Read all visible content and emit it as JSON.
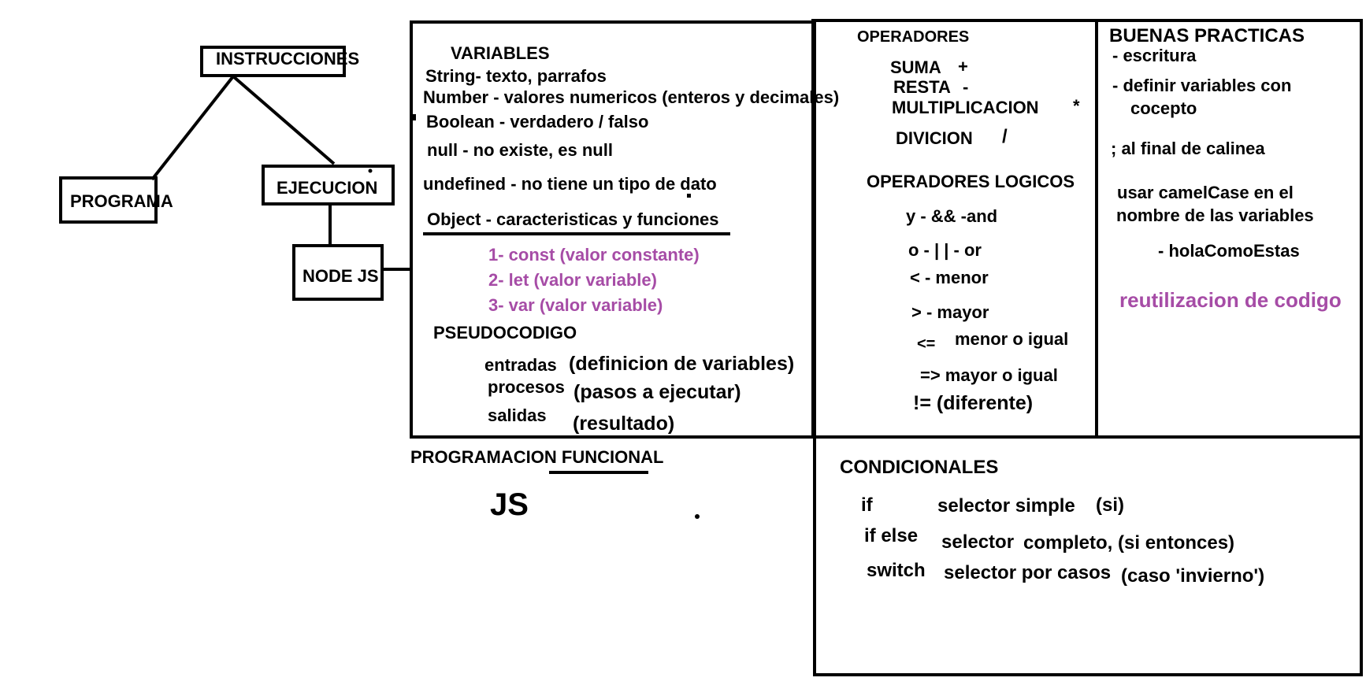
{
  "tree": {
    "root": "INSTRUCCIONES",
    "programa": "PROGRAMA",
    "ejecucion": "EJECUCION",
    "node": "NODE JS"
  },
  "variables": {
    "title": "VARIABLES",
    "items": [
      "String- texto, parrafos",
      "Number - valores numericos (enteros y decimales)",
      "Boolean -  verdadero / falso",
      "null - no existe, es null",
      "undefined - no tiene un tipo de dato",
      "Object -   caracteristicas y  funciones"
    ],
    "declarations": [
      "1- const  (valor constante)",
      "2- let  (valor variable)",
      "3- var (valor variable)"
    ],
    "pseudo_title": "PSEUDOCODIGO",
    "pseudo": [
      {
        "label": "entradas",
        "desc": "(definicion de variables)"
      },
      {
        "label": "procesos",
        "desc": "(pasos a ejecutar)"
      },
      {
        "label": "salidas",
        "desc": "(resultado)"
      }
    ]
  },
  "operadores": {
    "title": "OPERADORES",
    "suma": "SUMA",
    "suma_sym": "+",
    "resta": "RESTA",
    "resta_sym": "-",
    "mult": "MULTIPLICACION",
    "mult_sym": "*",
    "div": "DIVICION",
    "div_sym": "/",
    "logicos_title": "OPERADORES LOGICOS",
    "logicos": [
      "y - &&  -and",
      "o -  | |  - or",
      "<  - menor",
      "> - mayor",
      "menor o igual",
      "=> mayor o igual",
      "!=  (diferente)"
    ],
    "le_sym": "<="
  },
  "practicas": {
    "title": "BUENAS PRACTICAS",
    "items": [
      "-  escritura",
      "-   definir variables con",
      "cocepto",
      ";  al final de calinea",
      "usar camelCase en el",
      "nombre de las variables",
      "-  holaComoEstas"
    ],
    "highlight": "reutilizacion de codigo"
  },
  "funcional": {
    "label": "PROGRAMACION FUNCIONAL",
    "js": "JS"
  },
  "condicionales": {
    "title": "CONDICIONALES",
    "rows": [
      {
        "kw": "if",
        "desc": "selector simple",
        "note": "(si)"
      },
      {
        "kw": "if else",
        "desc": "selector",
        "desc2": "completo, (si entonces)"
      },
      {
        "kw": "switch",
        "desc": "selector por casos",
        "note": "(caso 'invierno')"
      }
    ]
  },
  "colors": {
    "ink": "#000000",
    "accent_purple": "#a64ca6",
    "background": "#ffffff"
  }
}
